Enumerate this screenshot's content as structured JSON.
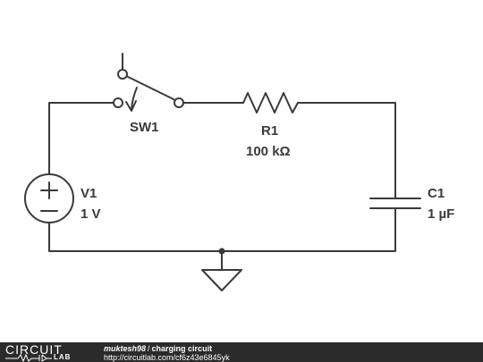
{
  "schematic": {
    "switch_label": "SW1",
    "resistor_name": "R1",
    "resistor_value": "100 kΩ",
    "source_name": "V1",
    "source_value": "1 V",
    "capacitor_name": "C1",
    "capacitor_value": "1 µF"
  },
  "footer": {
    "logo_top": "CIRCUIT",
    "logo_bottom": "LAB",
    "author": "muktesh98",
    "separator": "/",
    "title": "charging circuit",
    "url": "http://circuitlab.com/cf6z43e6845yk"
  },
  "colors": {
    "wire": "#3a3a3a",
    "footer_bg": "#2b2b2b",
    "footer_text": "#ffffff"
  }
}
